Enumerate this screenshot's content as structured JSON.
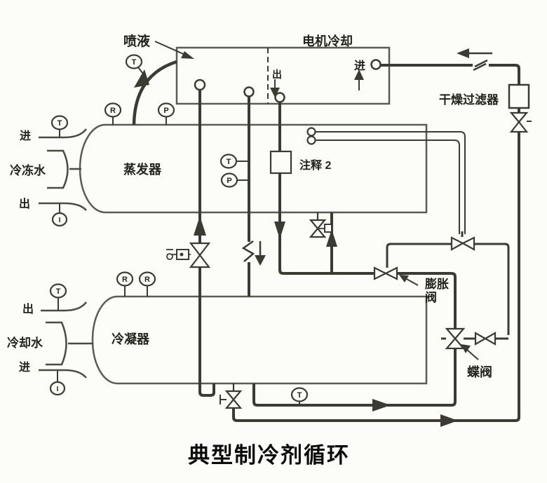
{
  "title": "典型制冷剂循环",
  "labels": {
    "spray": "喷液",
    "motor_cooling": "电机冷却",
    "motor_in": "进",
    "motor_out": "出",
    "filter_drier": "干燥过滤器",
    "note2": "注释 2",
    "expansion_valve": "膨胀阀",
    "butterfly_valve": "蝶阀",
    "evaporator": "蒸发器",
    "chilled_water": "冷冻水",
    "chilled_water_in": "进",
    "chilled_water_out": "出",
    "condenser": "冷凝器",
    "cooling_water": "冷却水",
    "cooling_water_in": "进",
    "cooling_water_out": "出"
  },
  "sensors": [
    {
      "label": "T"
    },
    {
      "label": "R"
    },
    {
      "label": "P"
    },
    {
      "label": "T"
    },
    {
      "label": "I"
    },
    {
      "label": "T"
    },
    {
      "label": "P"
    },
    {
      "label": "R"
    },
    {
      "label": "R"
    },
    {
      "label": "T"
    },
    {
      "label": "I"
    },
    {
      "label": "T"
    }
  ],
  "colors": {
    "pipe": "#3b3b33",
    "vessel_outline": "#5b5b53",
    "background": "#fcfcf9"
  }
}
